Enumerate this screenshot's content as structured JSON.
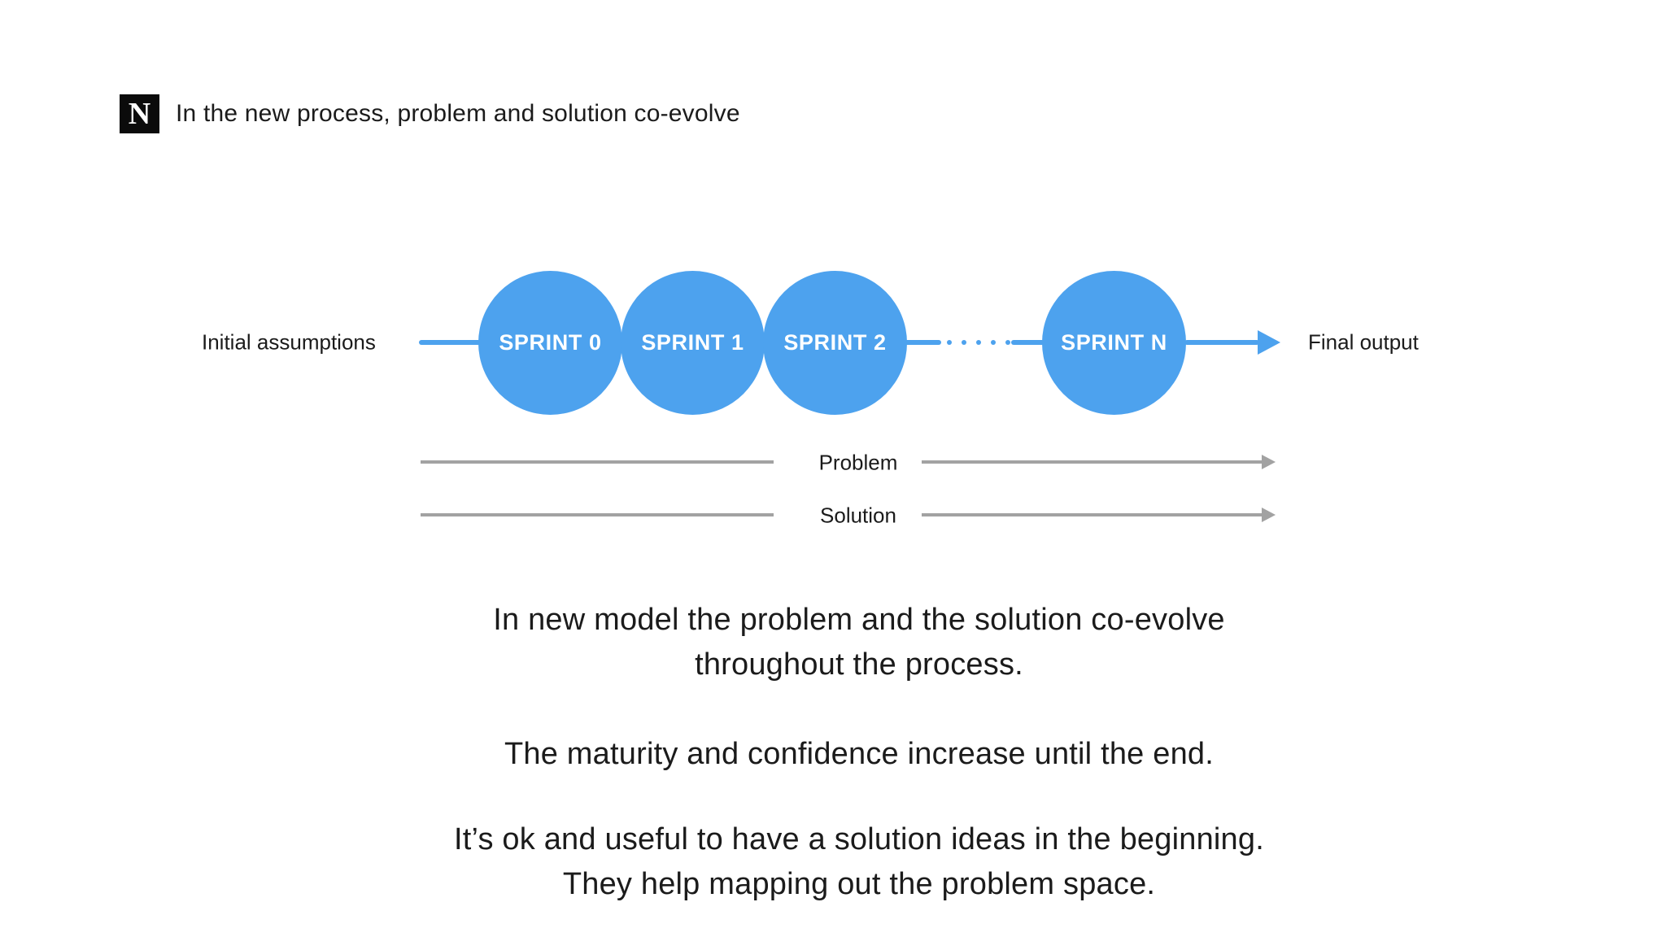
{
  "meta": {
    "background": "#ffffff",
    "accent_blue": "#4da2ee",
    "gray": "#a2a2a2",
    "text_color": "#1b1b1b"
  },
  "header": {
    "logo_letter": "N",
    "title": "In the new process, problem and solution co-evolve"
  },
  "flow": {
    "start_label": "Initial assumptions",
    "end_label": "Final output",
    "sprints": [
      "SPRINT 0",
      "SPRINT 1",
      "SPRINT 2",
      "SPRINT N"
    ],
    "ellipsis_dots": 5
  },
  "tracks": [
    {
      "label": "Problem"
    },
    {
      "label": "Solution"
    }
  ],
  "paragraphs": [
    {
      "lines": [
        "In new model the problem and the solution co-evolve",
        "throughout the process."
      ]
    },
    {
      "lines": [
        "The maturity and confidence increase until the end."
      ]
    },
    {
      "lines": [
        "It’s ok and useful to have a solution ideas in the beginning.",
        "They help mapping out the problem space."
      ]
    }
  ]
}
